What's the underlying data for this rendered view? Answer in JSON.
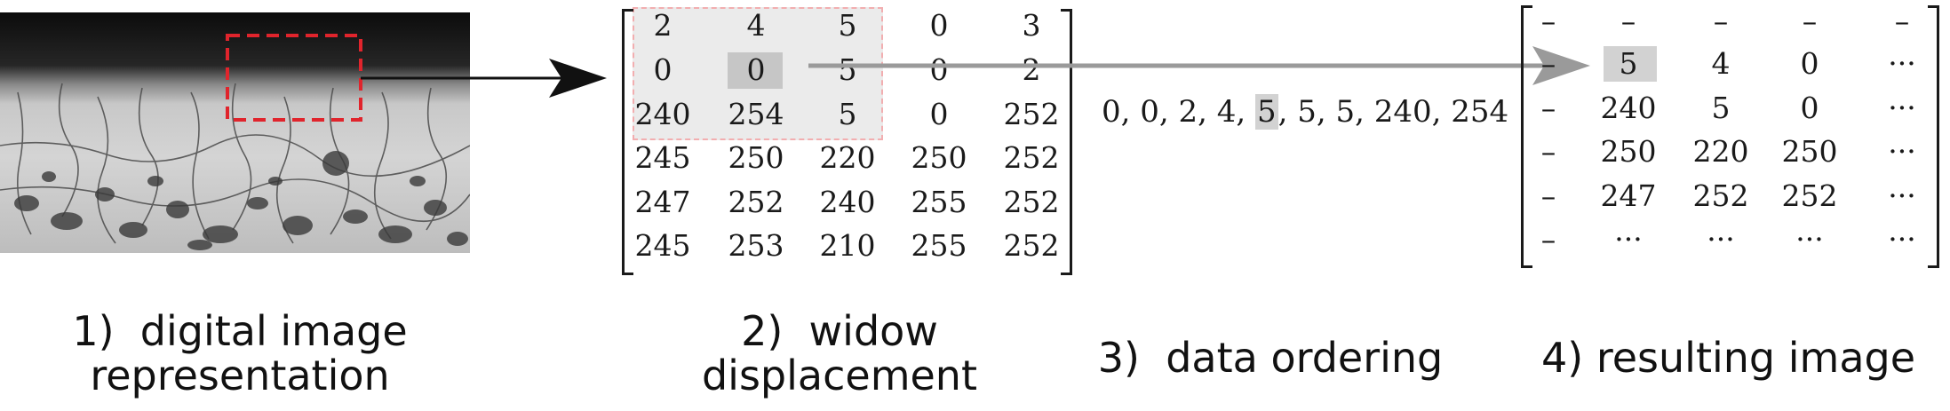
{
  "panel1": {
    "step": "1)",
    "caption_line1": "digital image",
    "caption_line2": "representation"
  },
  "panel2": {
    "step": "2)",
    "caption_line1": "widow",
    "caption_line2": "displacement",
    "matrix": [
      [
        "2",
        "4",
        "5",
        "0",
        "3"
      ],
      [
        "0",
        "0",
        "5",
        "0",
        "2"
      ],
      [
        "240",
        "254",
        "5",
        "0",
        "252"
      ],
      [
        "245",
        "250",
        "220",
        "250",
        "252"
      ],
      [
        "247",
        "252",
        "240",
        "255",
        "252"
      ],
      [
        "245",
        "253",
        "210",
        "255",
        "252"
      ]
    ]
  },
  "panel3": {
    "step": "3)",
    "caption": "data ordering",
    "ordering_before": "0, 0, 2, 4, ",
    "median": "5",
    "ordering_after": ", 5, 5, 240, 254"
  },
  "panel4": {
    "step": "4)",
    "caption": "resulting image",
    "matrix": [
      [
        "–",
        "–",
        "–",
        "–",
        "–"
      ],
      [
        "–",
        "5",
        "4",
        "0",
        "···"
      ],
      [
        "–",
        "240",
        "5",
        "0",
        "···"
      ],
      [
        "–",
        "250",
        "220",
        "250",
        "···"
      ],
      [
        "–",
        "247",
        "252",
        "252",
        "···"
      ],
      [
        "–",
        "···",
        "···",
        "···",
        "···"
      ]
    ]
  },
  "colors": {
    "window_fill": "#ebebeb",
    "window_border": "#f2aeb0",
    "roi_box": "#e0242c",
    "highlight": "#c6c6c6",
    "arrow_gray": "#9a9a9a"
  }
}
